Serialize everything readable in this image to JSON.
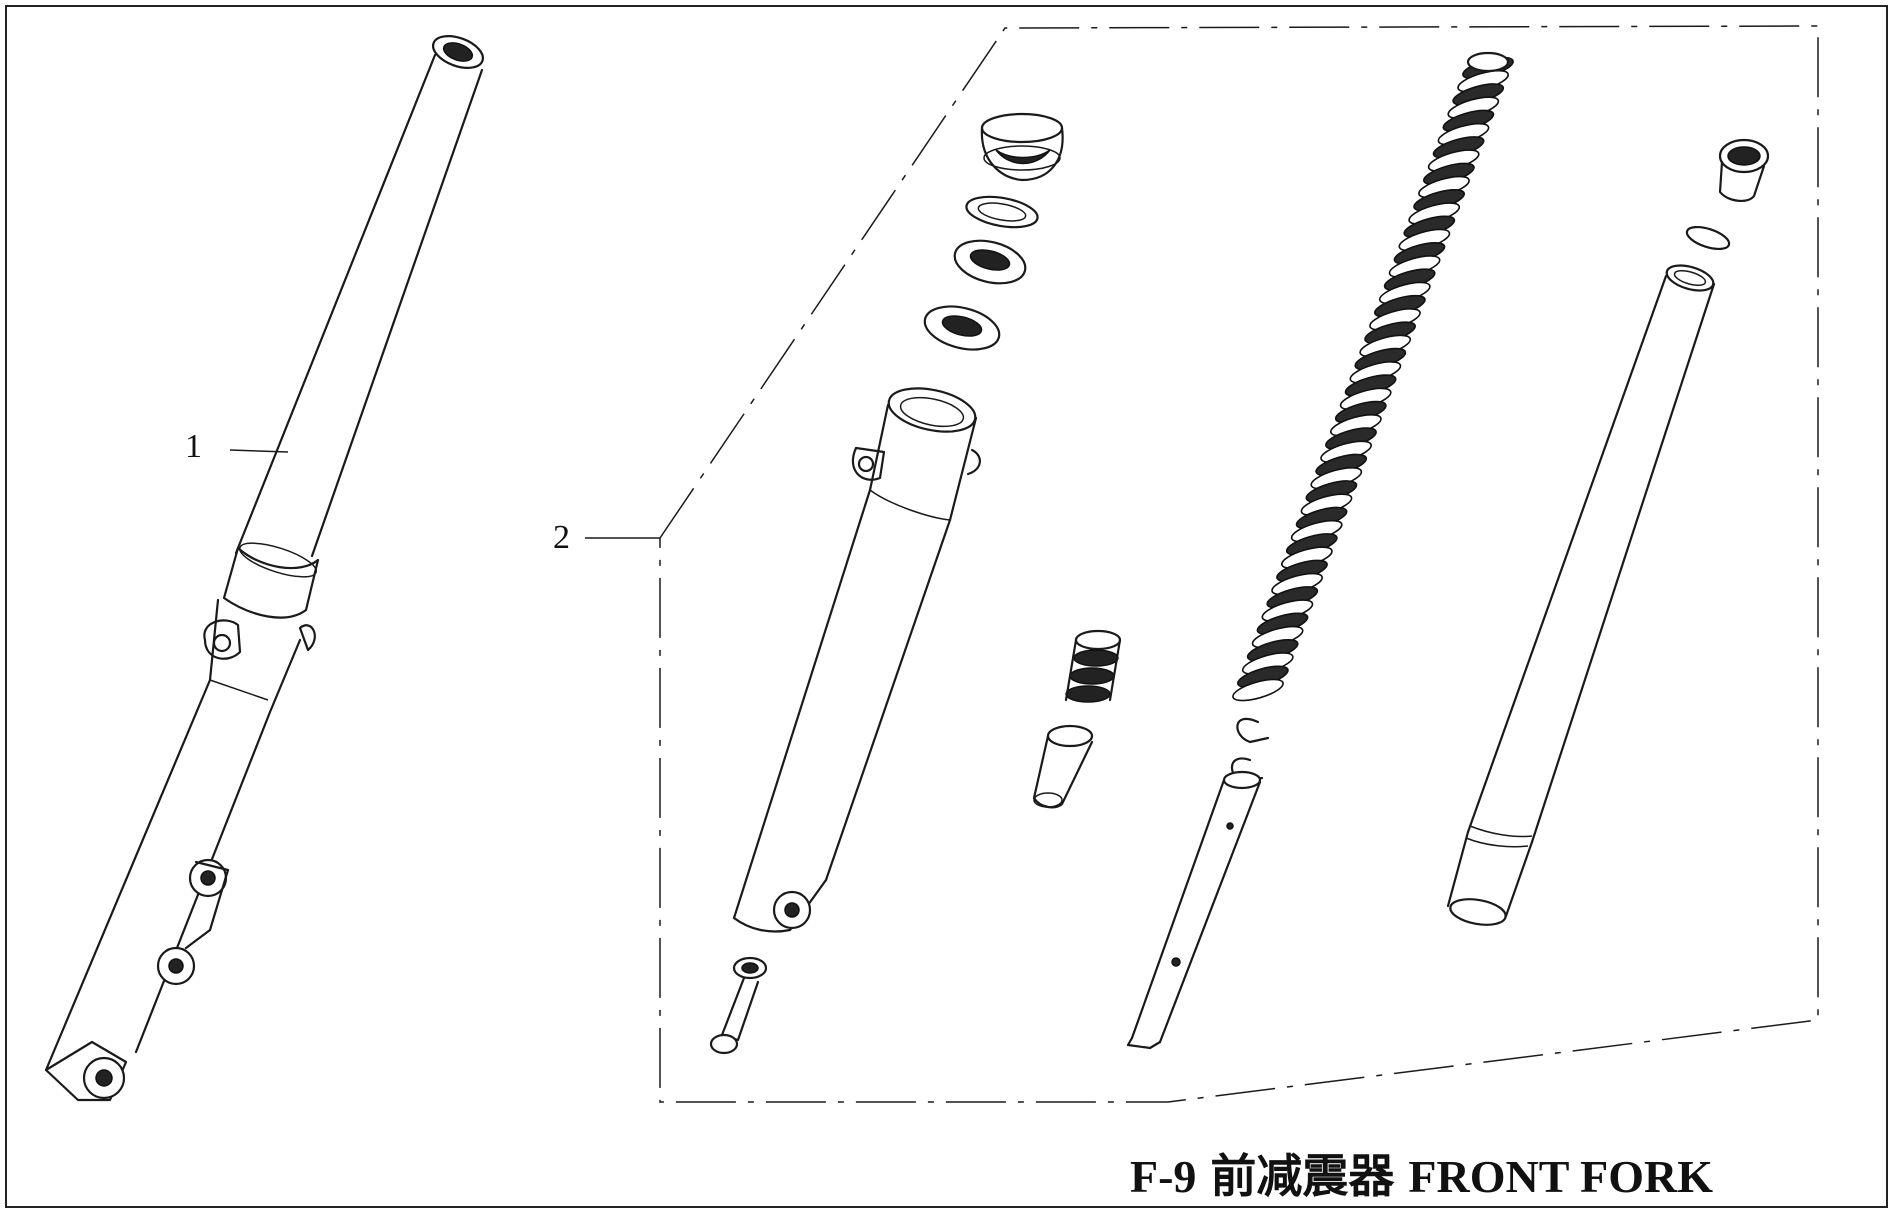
{
  "diagram": {
    "callouts": [
      {
        "id": "1",
        "label": "1"
      },
      {
        "id": "2",
        "label": "2"
      }
    ],
    "caption": {
      "code": "F-9",
      "chinese": "前减震器",
      "english": "FRONT FORK"
    },
    "parts": [
      "fork-assembly",
      "fork-cap",
      "retaining-ring",
      "oil-seal",
      "dust-seal",
      "outer-tube",
      "drain-bolt",
      "spring-seat",
      "rebound-spring",
      "spring-collar",
      "damper-rod",
      "fork-spring",
      "circlips",
      "inner-tube",
      "top-bolt",
      "o-ring"
    ],
    "colors": {
      "line": "#1a1a1a",
      "background": "#ffffff"
    }
  }
}
